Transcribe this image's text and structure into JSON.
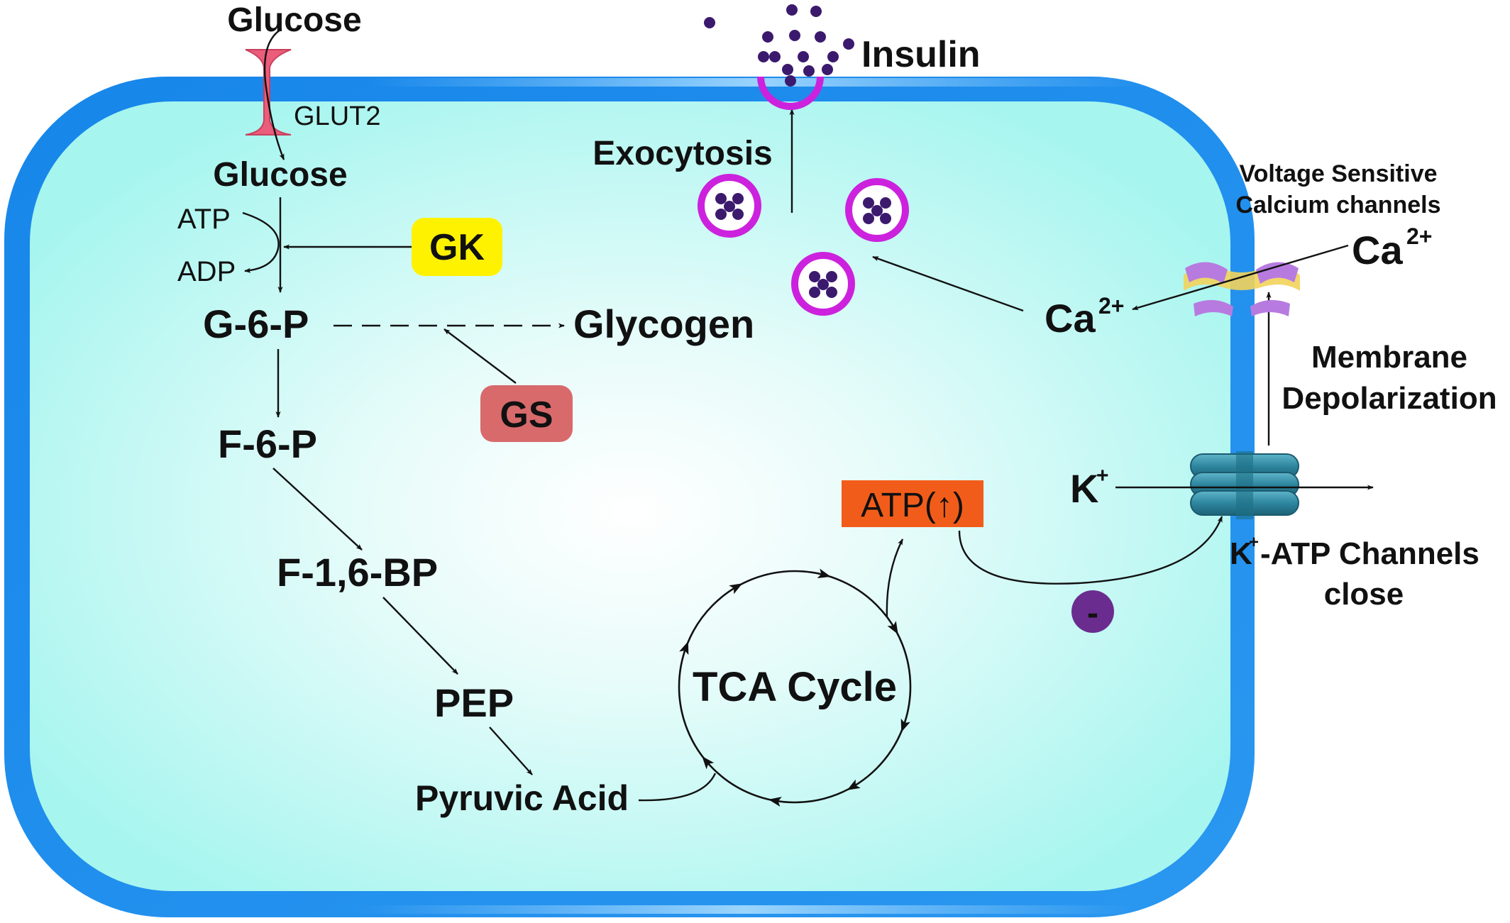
{
  "colors": {
    "membrane": "#1f8fee",
    "cytoplasm_center": "#ffffff",
    "cytoplasm_edge": "#a6f5ef",
    "gk_box": "#fff200",
    "gs_box": "#d86a6c",
    "atp_box": "#f25c1a",
    "vesicle": "#cc22dd",
    "granule": "#3b1a6e",
    "glut2": "#ea5d7b",
    "calcium_channel": "#b77be0",
    "k_channel": "#2f8aa5",
    "inhibition_dot": "#6a2d8f"
  },
  "icons": [
    "glut2-transporter-icon",
    "calcium-channel-icon",
    "k-atp-channel-icon",
    "insulin-vesicle-icon",
    "inhibition-icon"
  ],
  "glycolysis": {
    "glucose_outside": "Glucose",
    "transporter": "GLUT2",
    "glucose_inside": "Glucose",
    "atp": "ATP",
    "adp": "ADP",
    "gk": "GK",
    "g6p": "G-6-P",
    "glycogen": "Glycogen",
    "gs": "GS",
    "f6p": "F-6-P",
    "f16bp": "F-1,6-BP",
    "pep": "PEP",
    "pyruvic_acid": "Pyruvic Acid"
  },
  "tca": {
    "label": "TCA Cycle",
    "atp_up": "ATP(↑)"
  },
  "secretion": {
    "insulin": "Insulin",
    "exocytosis": "Exocytosis"
  },
  "channels": {
    "vscc_line1": "Voltage Sensitive",
    "vscc_line2": "Calcium channels",
    "ca_base": "Ca",
    "ca_charge": "2+",
    "membrane_line1": "Membrane",
    "membrane_line2": "Depolarization",
    "k_base": "K",
    "k_charge": "+",
    "katp_charge": "+",
    "katp_rest": "-ATP Channels",
    "katp_line2": "close",
    "minus": "-"
  }
}
